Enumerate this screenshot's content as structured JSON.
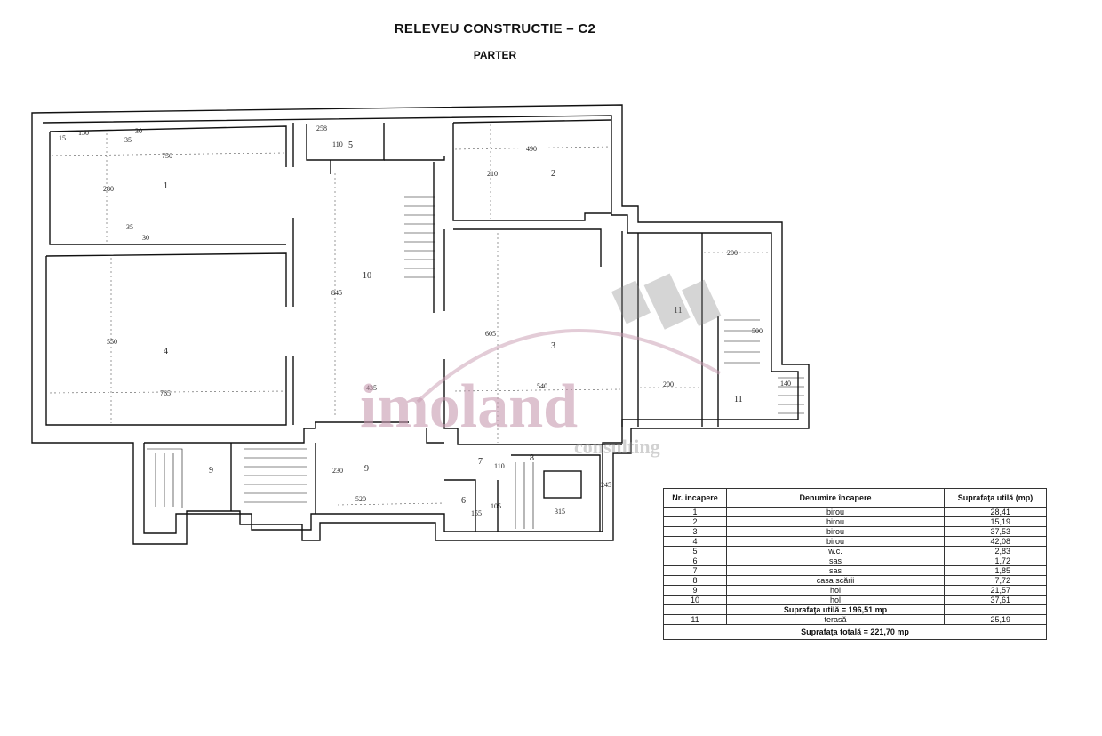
{
  "title": "RELEVEU CONSTRUCTIE – C2",
  "subtitle": "PARTER",
  "watermark": {
    "brand": "imoland",
    "tagline": "consulting",
    "color": "#c79ab0"
  },
  "dimensions": [
    "150",
    "15",
    "35",
    "30",
    "258",
    "110",
    "750",
    "280",
    "35",
    "30",
    "490",
    "210",
    "200",
    "845",
    "550",
    "765",
    "435",
    "605",
    "540",
    "200",
    "500",
    "140",
    "230",
    "520",
    "110",
    "155",
    "105",
    "315",
    "245"
  ],
  "rooms": [
    "1",
    "2",
    "3",
    "4",
    "5",
    "6",
    "7",
    "8",
    "9",
    "9",
    "10",
    "11",
    "11"
  ],
  "legend": {
    "headers": [
      "Nr. incapere",
      "Denumire încapere",
      "Suprafaţa utilă (mp)"
    ],
    "rows": [
      {
        "nr": "1",
        "name": "birou",
        "area": "28,41"
      },
      {
        "nr": "2",
        "name": "birou",
        "area": "15,19"
      },
      {
        "nr": "3",
        "name": "birou",
        "area": "37,53"
      },
      {
        "nr": "4",
        "name": "birou",
        "area": "42,08"
      },
      {
        "nr": "5",
        "name": "w.c.",
        "area": "2,83"
      },
      {
        "nr": "6",
        "name": "sas",
        "area": "1,72"
      },
      {
        "nr": "7",
        "name": "sas",
        "area": "1,85"
      },
      {
        "nr": "8",
        "name": "casa scării",
        "area": "7,72"
      },
      {
        "nr": "9",
        "name": "hol",
        "area": "21,57"
      },
      {
        "nr": "10",
        "name": "hol",
        "area": "37,61"
      }
    ],
    "useful_total": "Suprafaţa utilă = 196,51 mp",
    "terrace": {
      "nr": "11",
      "name": "terasă",
      "area": "25,19"
    },
    "grand_total": "Suprafaţa totală = 221,70 mp"
  }
}
